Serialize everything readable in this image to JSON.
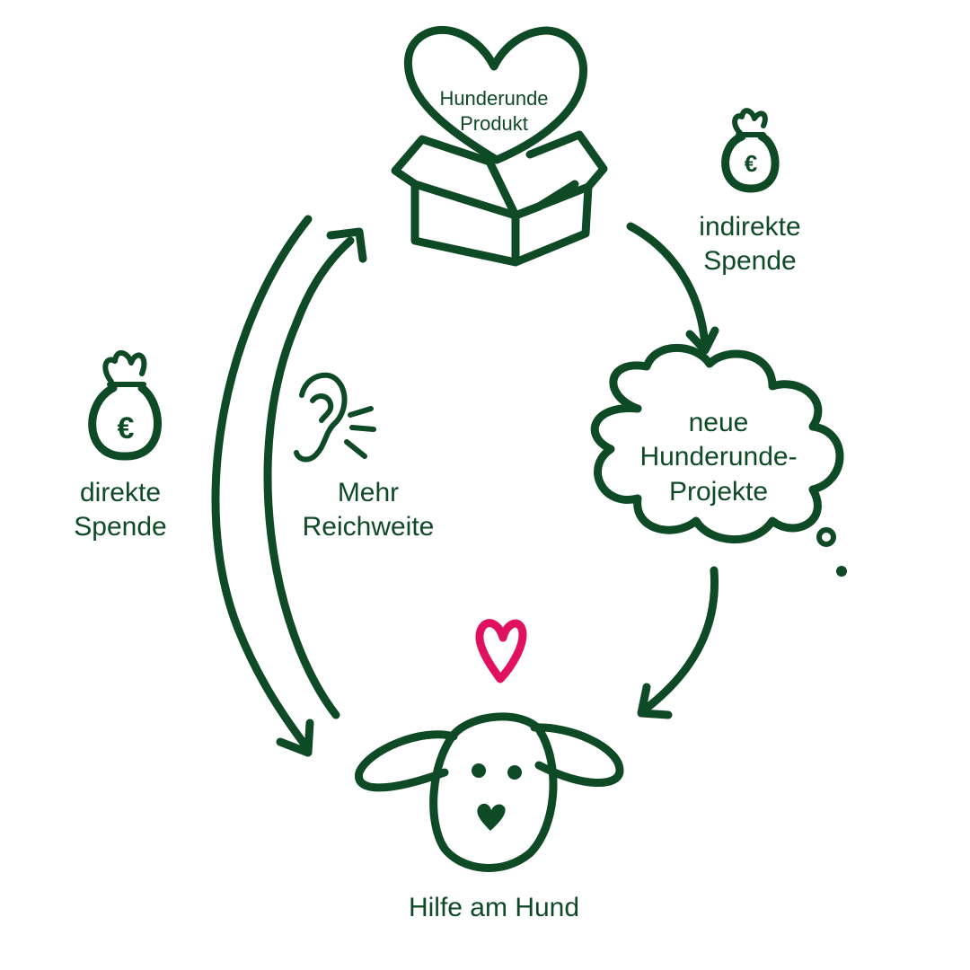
{
  "diagram": {
    "product": {
      "line1": "Hunderunde",
      "line2": "Produkt"
    },
    "indirect_donation": {
      "line1": "indirekte",
      "line2": "Spende"
    },
    "new_projects": {
      "line1": "neue",
      "line2": "Hunderunde-",
      "line3": "Projekte"
    },
    "direct_donation": {
      "line1": "direkte",
      "line2": "Spende"
    },
    "more_reach": {
      "line1": "Mehr",
      "line2": "Reichweite"
    },
    "help_dog": "Hilfe am Hund",
    "currency_symbol": "€",
    "colors": {
      "ink": "#0f4a27",
      "heart_accent": "#e0115f",
      "background": "#ffffff"
    },
    "icons": [
      "heart-icon",
      "open-box-icon",
      "money-bag-icon",
      "ear-icon",
      "cloud-icon",
      "dog-face-icon"
    ]
  }
}
